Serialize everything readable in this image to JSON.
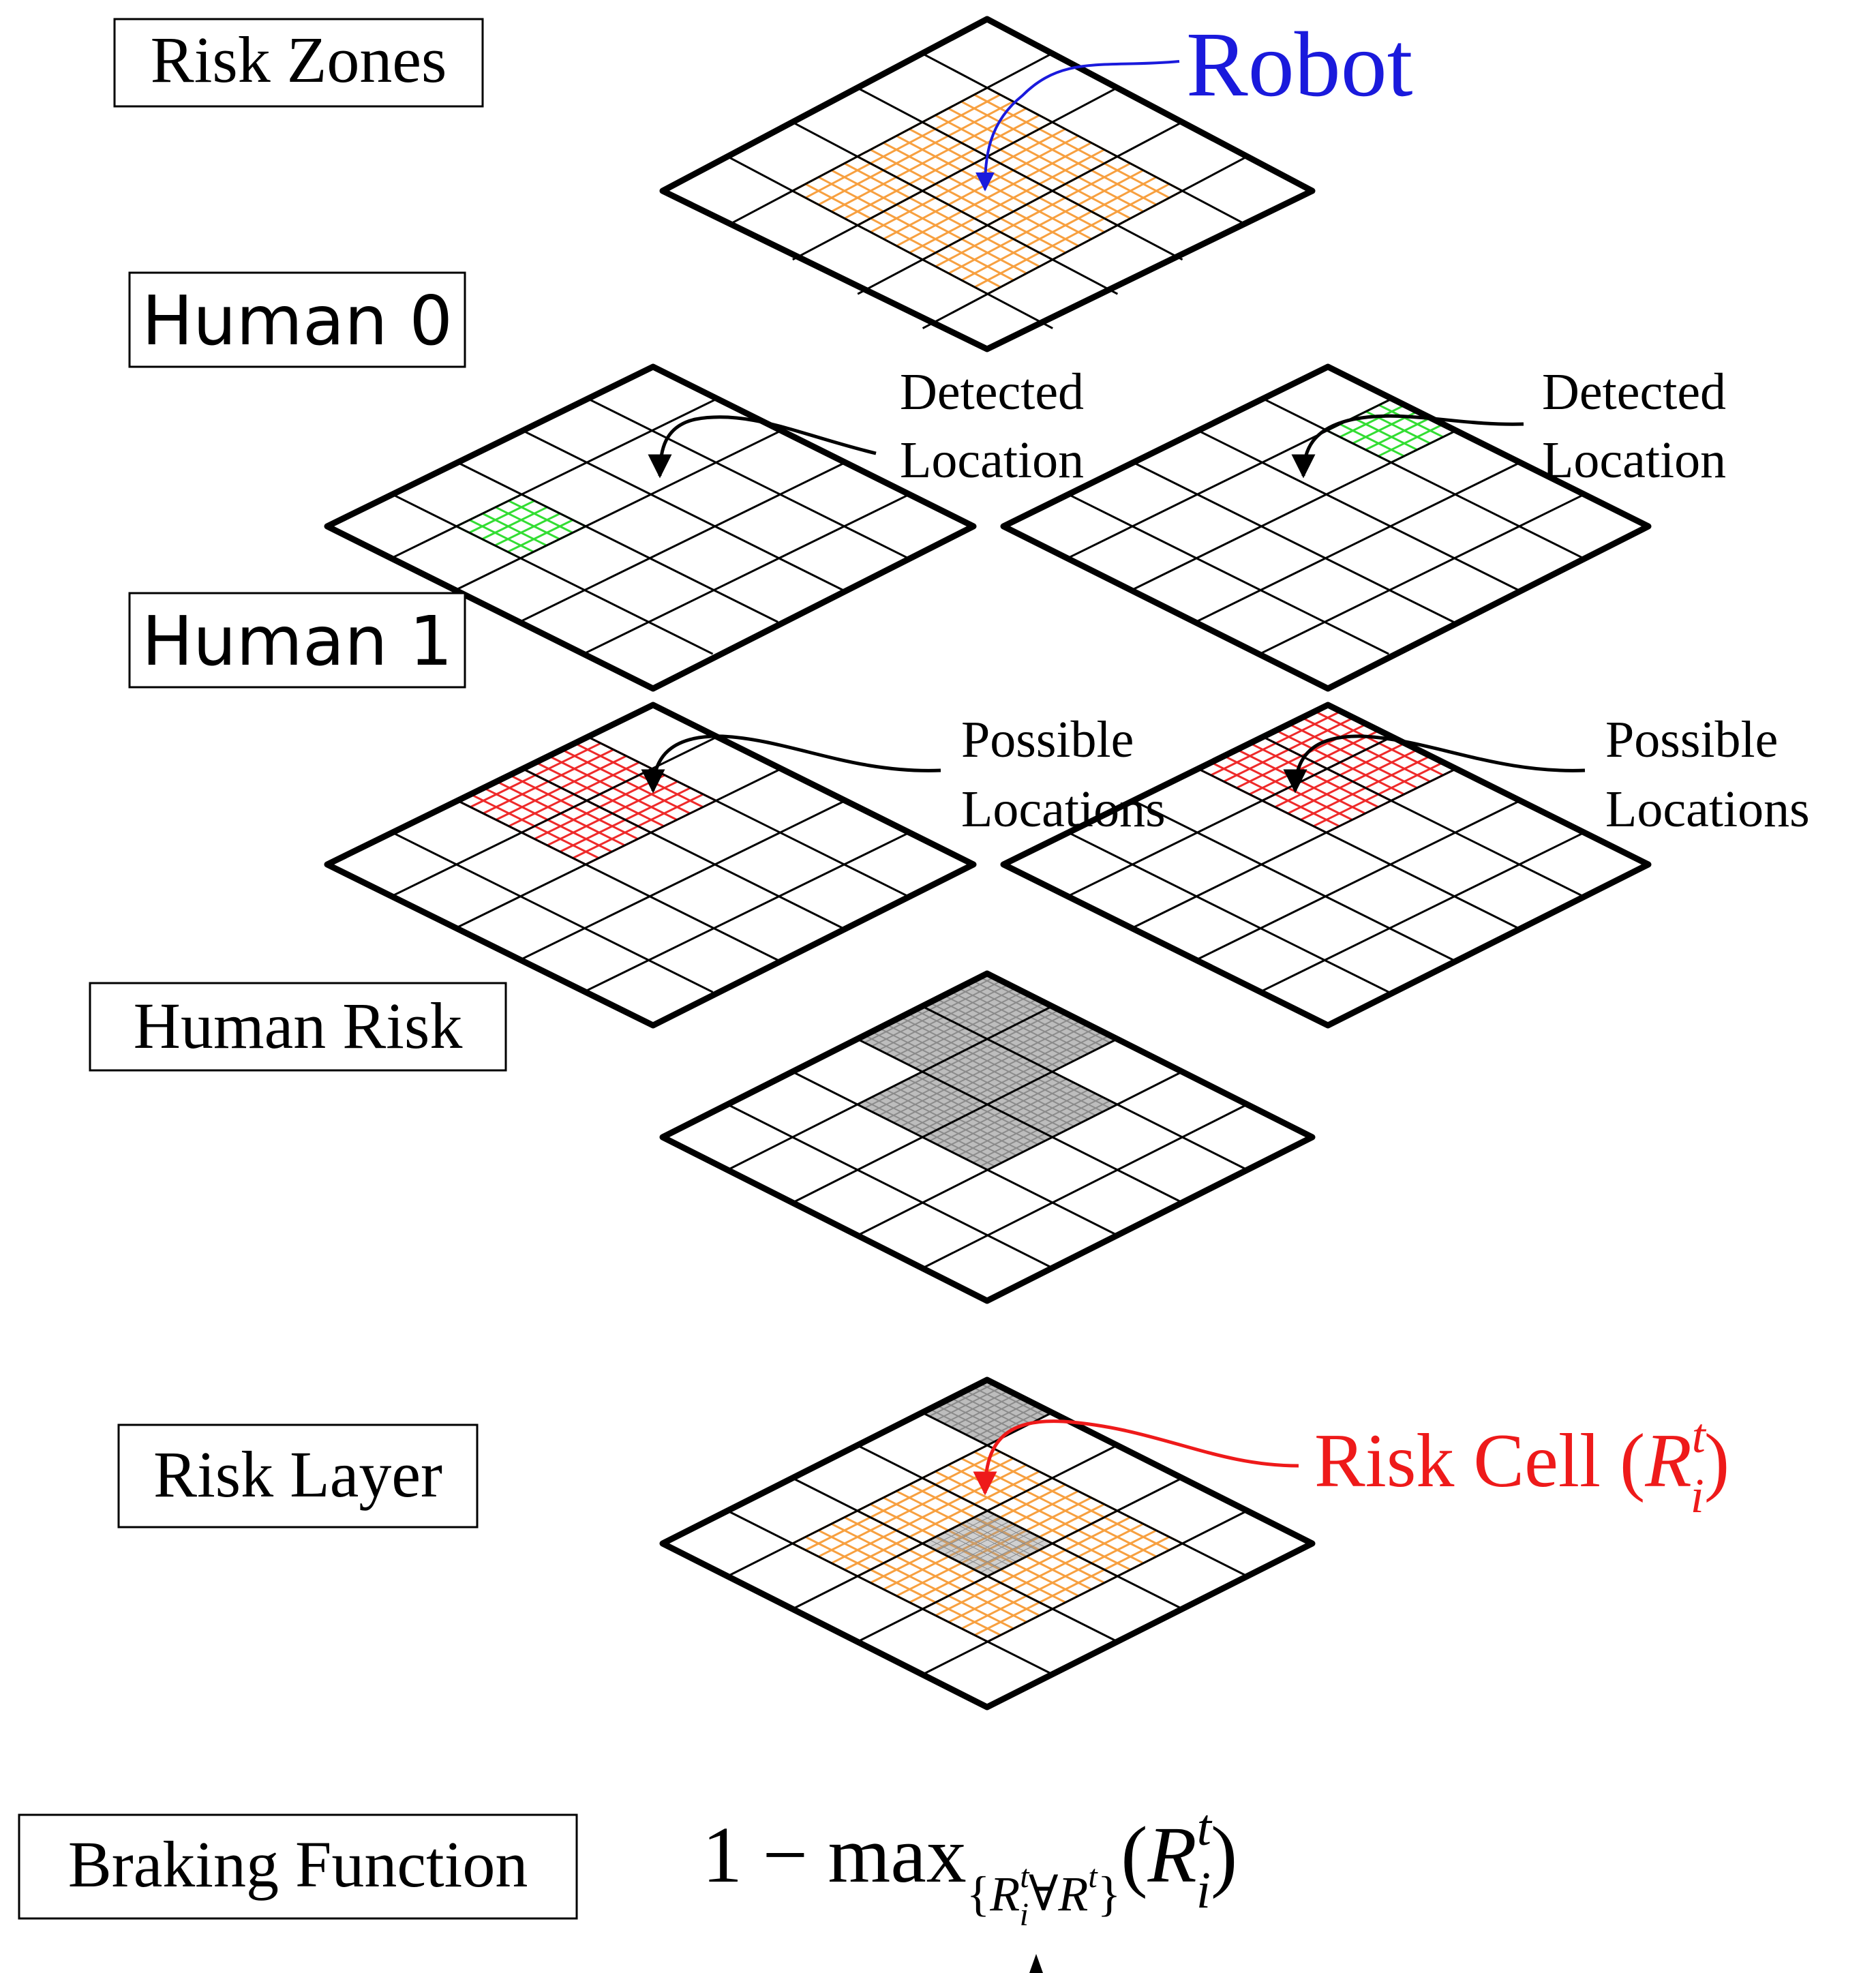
{
  "labels": {
    "risk_zones": "Risk Zones",
    "human0": "Human 0",
    "human1": "Human 1",
    "human_risk": "Human Risk",
    "risk_layer": "Risk Layer",
    "braking_function": "Braking Function"
  },
  "annotations": {
    "robot": "Robot",
    "detected_line1": "Detected",
    "detected_line2": "Location",
    "possible_line1": "Possible",
    "possible_line2": "Locations",
    "risk_cell_prefix": "Risk Cell (",
    "risk_cell_R": "R",
    "risk_cell_sup": "t",
    "risk_cell_sub": "i",
    "risk_cell_suffix": ")"
  },
  "formula": {
    "lead": "1 − max",
    "sub_open": "{",
    "sub_R": "R",
    "sub_sup": "t",
    "sub_sub": "i",
    "sub_forall": "∀",
    "sub_R2": "R",
    "sub_R2_sup": "t",
    "sub_close": "}",
    "arg_open": "(",
    "arg_R": "R",
    "arg_sup": "t",
    "arg_sub": "i",
    "arg_close": ")"
  },
  "colors": {
    "robot_zone": "#f7a040",
    "detected": "#33dd33",
    "possible": "#ee2a2a",
    "human_risk": "#8a8a8a",
    "robot_text": "#1a1adc",
    "risk_cell_text": "#ee1a1a",
    "grid_line": "#000000"
  },
  "grid_size": 5
}
